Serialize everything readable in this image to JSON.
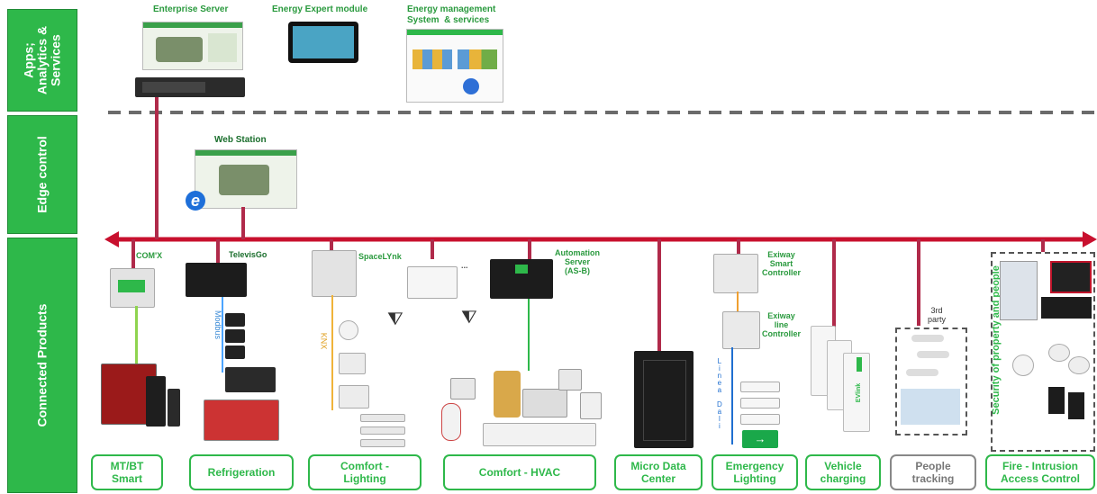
{
  "layers": {
    "apps": "Apps;\nAnalytics &\nServices",
    "edge": "Edge control",
    "connected": "Connected Products"
  },
  "top_items": {
    "enterprise_server": "Enterprise Server",
    "energy_expert": "Energy Expert module",
    "energy_mgmt": "Energy management\nSystem  & services"
  },
  "edge_items": {
    "web_station": "Web Station"
  },
  "device_labels": {
    "comx": "COM'X",
    "televisgo": "TelevisGo",
    "spacelynk": "SpaceLYnk",
    "automation_server": "Automation\nServer\n(AS-B)",
    "modbus": "Modbus",
    "knx": "KNX",
    "ellipsis": "...",
    "exiway_smart": "Exiway\nSmart\nController",
    "exiway_line": "Exiway\nline\nController",
    "linea_dali": "L\ni\nn\ne\na\n \nD\na\nl\ni",
    "third_party": "3rd\nparty",
    "security_vertical": "Security of property and people",
    "evlink": "EVlink"
  },
  "categories": [
    {
      "label": "MT/BT\nSmart",
      "style": "green"
    },
    {
      "label": "Refrigeration",
      "style": "green"
    },
    {
      "label": "Comfort -\nLighting",
      "style": "green"
    },
    {
      "label": "Comfort - HVAC",
      "style": "green"
    },
    {
      "label": "Micro Data\nCenter",
      "style": "green"
    },
    {
      "label": "Emergency\nLighting",
      "style": "green"
    },
    {
      "label": "Vehicle\ncharging",
      "style": "green"
    },
    {
      "label": "People\ntracking",
      "style": "grey"
    },
    {
      "label": "Fire - Intrusion\nAccess Control",
      "style": "green"
    }
  ],
  "colors": {
    "layer_green": "#2eb84a",
    "bus_red": "#c8102e",
    "riser": "#b02a4a",
    "divider": "#6b6b6b"
  }
}
